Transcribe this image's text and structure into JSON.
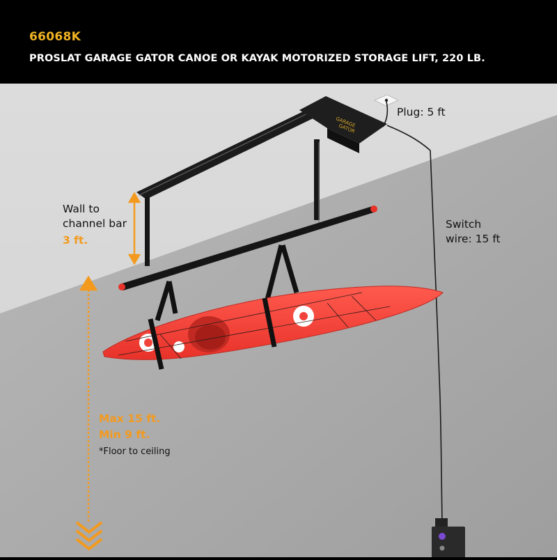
{
  "header": {
    "sku": "66068K",
    "title": "PROSLAT GARAGE GATOR CANOE OR KAYAK MOTORIZED STORAGE LIFT, 220 LB."
  },
  "labels": {
    "wall_line1": "Wall to",
    "wall_line2": "channel bar",
    "wall_value": "3 ft.",
    "plug": "Plug: 5 ft",
    "switch_line1": "Switch",
    "switch_line2": "wire: 15 ft",
    "max": "Max 15 ft.",
    "min": "Min 9 ft.",
    "note": "*Floor to ceiling"
  },
  "colors": {
    "accent": "#f39a1e",
    "sku": "#f0b323",
    "kayak": "#f2433a",
    "bracket": "#1a1a1a"
  },
  "icons": [
    "kayak-illustration",
    "motor-unit-icon",
    "outlet-plug-icon",
    "wall-switch-icon",
    "double-arrow-icon",
    "chevron-down-icon"
  ]
}
